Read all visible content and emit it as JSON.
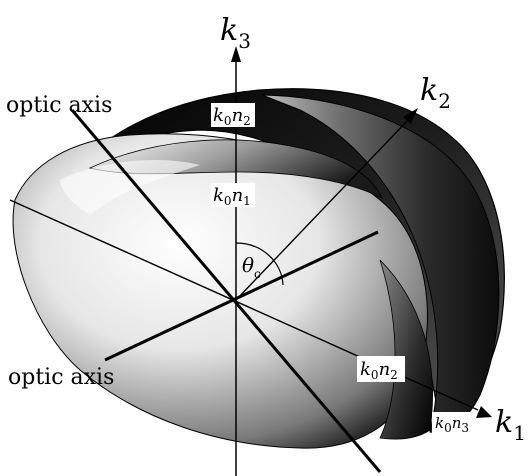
{
  "figure": {
    "axis_k3": {
      "base": "k",
      "sub": "3"
    },
    "axis_k2": {
      "base": "k",
      "sub": "2"
    },
    "axis_k1": {
      "base": "k",
      "sub": "1"
    },
    "optic_axis_upper": "optic axis",
    "optic_axis_lower": "optic axis",
    "label_k0n2_top": {
      "base": "k",
      "sub1": "0",
      "mid": "n",
      "sub2": "2"
    },
    "label_k0n1": {
      "base": "k",
      "sub1": "0",
      "mid": "n",
      "sub2": "1"
    },
    "label_k0n2_right": {
      "base": "k",
      "sub1": "0",
      "mid": "n",
      "sub2": "2"
    },
    "label_k0n3": {
      "base": "k",
      "sub1": "0",
      "mid": "n",
      "sub2": "3"
    },
    "theta_label": {
      "base": "θ",
      "sub": "c"
    },
    "colors": {
      "ink": "#000000",
      "surface_light": "#f4f4f4",
      "surface_dark": "#111111",
      "paper": "#ffffff"
    }
  }
}
